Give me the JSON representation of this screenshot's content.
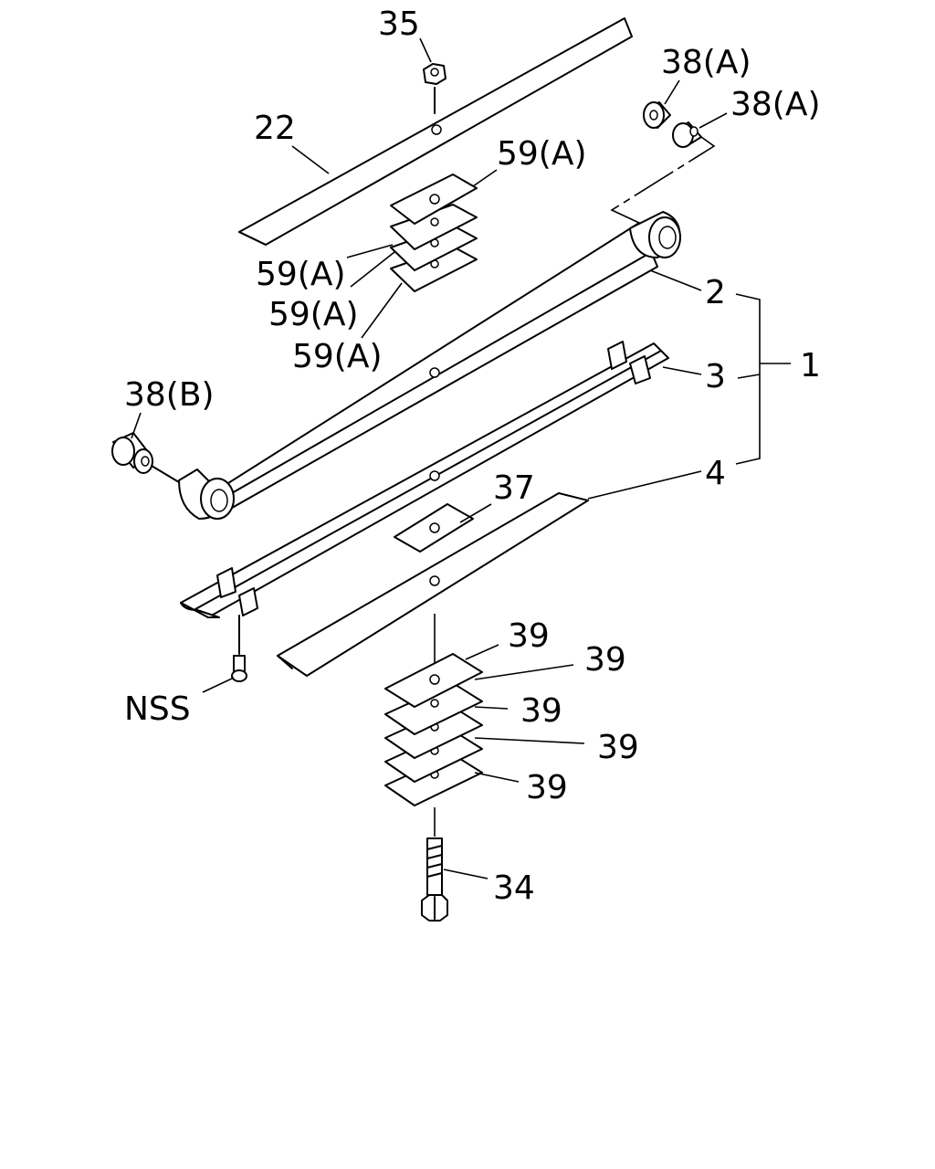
{
  "callouts": {
    "c35": "35",
    "c22": "22",
    "c38a_top": "38(A)",
    "c38a_mid": "38(A)",
    "c59a_top": "59(A)",
    "c59a_2": "59(A)",
    "c59a_3": "59(A)",
    "c59a_4": "59(A)",
    "c2": "2",
    "c1": "1",
    "c3": "3",
    "c38b": "38(B)",
    "c4": "4",
    "c37": "37",
    "c39_1": "39",
    "c39_2": "39",
    "c39_3": "39",
    "c39_4": "39",
    "c39_5": "39",
    "cnss": "NSS",
    "c34": "34"
  }
}
